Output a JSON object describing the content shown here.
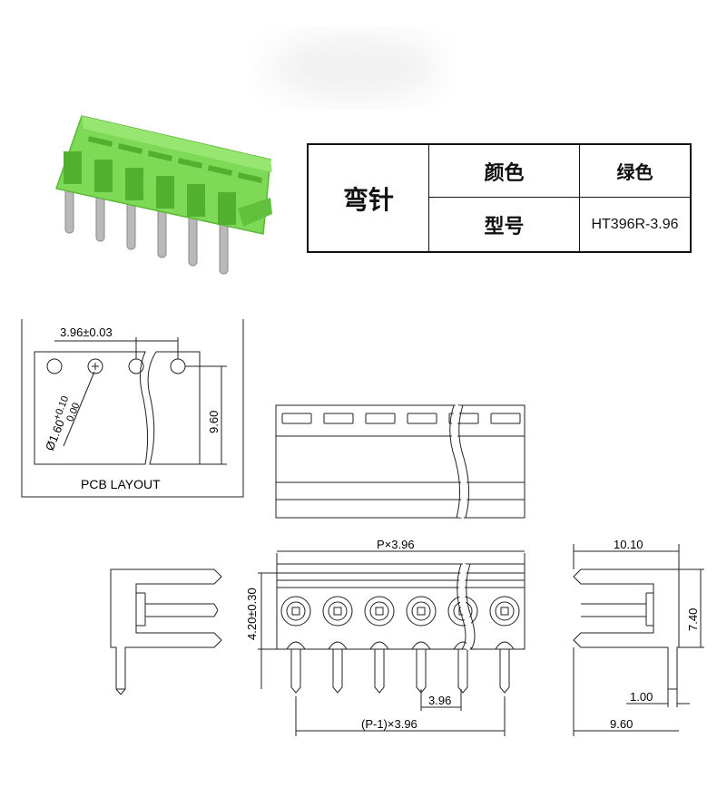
{
  "spec_table": {
    "type_label": "弯针",
    "rows": [
      {
        "key": "颜色",
        "value": "绿色"
      },
      {
        "key": "型号",
        "value": "HT396R-3.96"
      }
    ]
  },
  "drawing": {
    "pcb_layout_label": "PCB LAYOUT",
    "dims": {
      "pitch_tol": "3.96±0.03",
      "hole_dia": "Ø1.60",
      "hole_tol_plus": "+0.10",
      "hole_tol_zero": "0.00",
      "row_height": "9.60",
      "total_length": "P×3.96",
      "body_height": "4.20±0.30",
      "pin_pitch": "3.96",
      "pin_span": "(P-1)×3.96",
      "side_width": "10.10",
      "side_height": "7.40",
      "pin_width": "1.00",
      "side_depth": "9.60"
    }
  },
  "colors": {
    "connector_green": "#7ed957",
    "connector_dark": "#52b02f",
    "pin_metal": "#b9b9b9",
    "line": "#222222"
  }
}
